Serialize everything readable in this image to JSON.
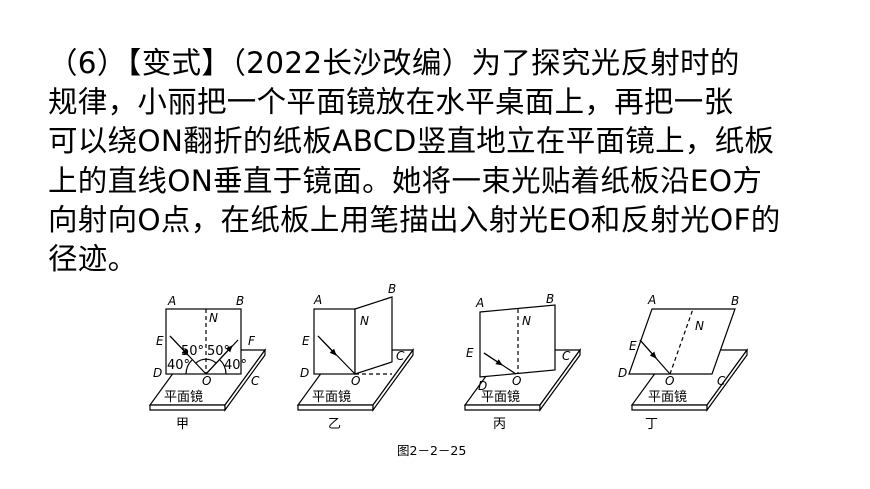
{
  "problem": {
    "lines": [
      "（6）【变式】（2022长沙改编）为了探究光反射时的",
      "规律，小丽把一个平面镜放在水平桌面上，再把一张",
      "可以绕ON翻折的纸板ABCD竖直地立在平面镜上，纸板",
      "上的直线ON垂直于镜面。她将一束光贴着纸板沿EO方",
      "向射向O点，在纸板上用笔描出入射光EO和反射光OF的",
      "径迹。"
    ]
  },
  "figure": {
    "mirror_label": "平面镜",
    "subfigures": [
      {
        "name": "甲",
        "points": [
          "A",
          "B",
          "N",
          "E",
          "F",
          "D",
          "O",
          "C"
        ],
        "angles": [
          "50°",
          "50°",
          "40°",
          "40°"
        ]
      },
      {
        "name": "乙",
        "points": [
          "A",
          "B",
          "N",
          "E",
          "D",
          "O",
          "C"
        ]
      },
      {
        "name": "丙",
        "points": [
          "A",
          "B",
          "N",
          "E",
          "D",
          "O",
          "C"
        ]
      },
      {
        "name": "丁",
        "points": [
          "A",
          "B",
          "N",
          "E",
          "D",
          "O",
          "C"
        ]
      }
    ],
    "caption": "图2－2－25"
  }
}
